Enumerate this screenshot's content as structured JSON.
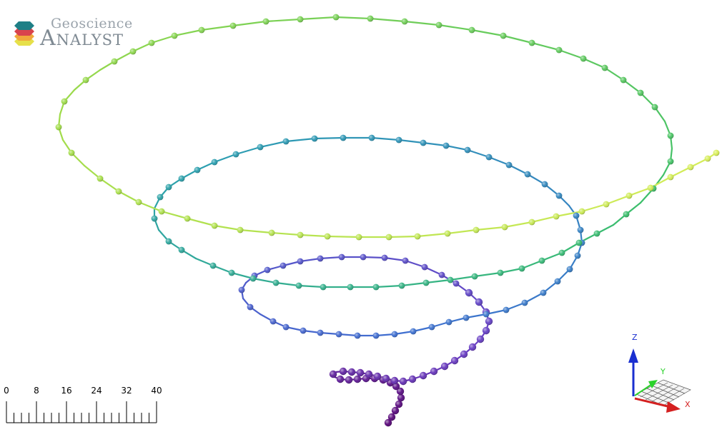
{
  "app": {
    "logo_line1": "Geoscience",
    "logo_line2": "Analyst"
  },
  "scale_bar": {
    "labels": [
      "0",
      "8",
      "16",
      "24",
      "32",
      "40"
    ]
  },
  "axis_triad": {
    "z_label": "Z",
    "y_label": "Y",
    "x_label": "X",
    "z_color": "#1a2fd0",
    "y_color": "#2ad22a",
    "x_color": "#d42020"
  },
  "scene": {
    "object": "spiral-trajectory",
    "colormap": [
      "#5a0a7a",
      "#6a3fc4",
      "#3f6fd0",
      "#2c9fb0",
      "#3cbf6a",
      "#9edb4a",
      "#d8ee5a"
    ]
  }
}
